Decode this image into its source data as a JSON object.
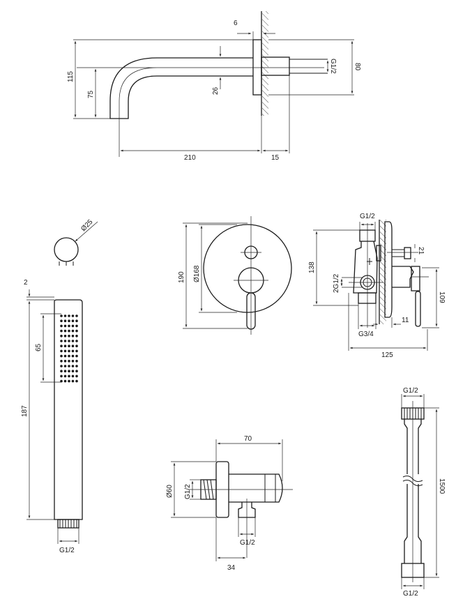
{
  "spout": {
    "dim_flange": "6",
    "dim_height_total": "115",
    "dim_outlet_height": "75",
    "dim_diameter": "26",
    "dim_thread": "G1/2",
    "dim_plate": "80",
    "dim_length": "210",
    "dim_depth": "15"
  },
  "knob": {
    "dim_diameter": "Ø25"
  },
  "cover_plate": {
    "dim_height": "190",
    "dim_diameter": "Ø168"
  },
  "mixer_body": {
    "dim_inlet_top": "G1/2",
    "dim_height": "138",
    "dim_outlet": "21",
    "dim_inlets": "2G1/2",
    "dim_handle_height": "109",
    "dim_bottom": "G3/4",
    "dim_offset": "11",
    "dim_depth": "125"
  },
  "hand_shower": {
    "dim_top": "2",
    "dim_length": "187",
    "dim_nozzle_area": "65",
    "dim_thread": "G1/2"
  },
  "wall_outlet": {
    "dim_length": "70",
    "dim_diameter": "Ø60",
    "dim_thread_side": "G1/2",
    "dim_thread_bottom": "G1/2",
    "dim_offset": "34"
  },
  "hose": {
    "dim_thread_top": "G1/2",
    "dim_length": "1500",
    "dim_thread_bottom": "G1/2"
  }
}
